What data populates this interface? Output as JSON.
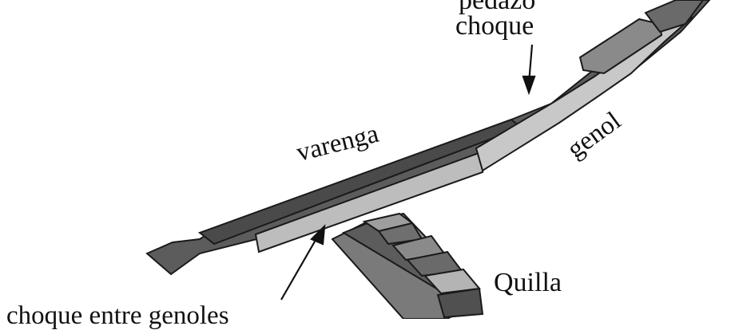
{
  "labels": {
    "top_partial": "pedazo",
    "top": "choque",
    "floor": "varenga",
    "futtock": "genol",
    "keel": "Quilla",
    "bottom": "choque entre genoles"
  },
  "colors": {
    "dark_timber": "#5c5c5c",
    "mid_timber": "#7a7a7a",
    "light_timber": "#bdbdbd",
    "edge": "#1a1a1a"
  }
}
